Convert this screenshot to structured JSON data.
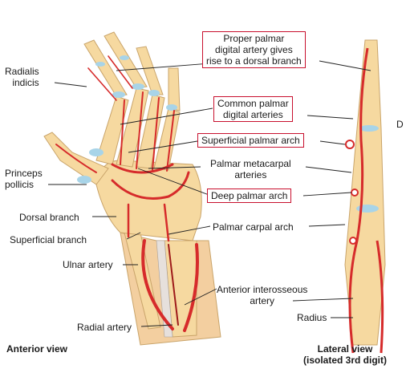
{
  "colors": {
    "bone": "#f6d9a0",
    "bone_outline": "#c9a46a",
    "cartilage": "#a8d4e8",
    "artery": "#d62b2b",
    "artery_dark": "#9e1b1b",
    "highlight_box": "#c8102e",
    "leader": "#222222"
  },
  "labels": {
    "radialis_indicis": "Radialis\nindicis",
    "proper_palmar": "Proper palmar\ndigital artery gives\nrise to a dorsal branch",
    "common_palmar": "Common palmar\ndigital arteries",
    "superficial_palmar_arch": "Superficial palmar arch",
    "palmar_metacarpal": "Palmar metacarpal\narteries",
    "princeps_pollicis": "Princeps\npollicis",
    "deep_palmar_arch": "Deep palmar arch",
    "dorsal_branch": "Dorsal branch",
    "superficial_branch": "Superficial branch",
    "palmar_carpal_arch": "Palmar carpal arch",
    "ulnar_artery": "Ulnar artery",
    "anterior_interosseous": "Anterior interosseous\nartery",
    "radius": "Radius",
    "radial_artery": "Radial artery",
    "cut_d": "D"
  },
  "views": {
    "anterior": "Anterior view",
    "lateral": "Lateral view\n(isolated 3rd digit)"
  }
}
